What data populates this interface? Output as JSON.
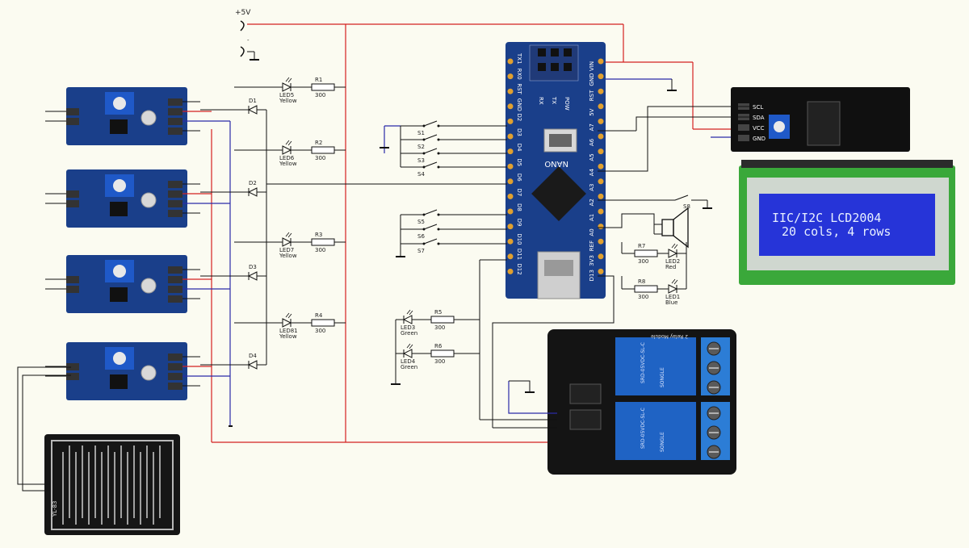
{
  "power": {
    "label": "+5V",
    "neg": "-"
  },
  "leds": [
    {
      "name": "LED5",
      "color": "Yellow",
      "r": "R1",
      "ohm": "300"
    },
    {
      "name": "LED6",
      "color": "Yellow",
      "r": "R2",
      "ohm": "300"
    },
    {
      "name": "LED7",
      "color": "Yellow",
      "r": "R3",
      "ohm": "300"
    },
    {
      "name": "LED81",
      "color": "Yellow",
      "r": "R4",
      "ohm": "300"
    },
    {
      "name": "LED3",
      "color": "Green",
      "r": "R5",
      "ohm": "300"
    },
    {
      "name": "LED4",
      "color": "Green",
      "r": "R6",
      "ohm": "300"
    },
    {
      "name": "LED2",
      "color": "Red",
      "r": "R7",
      "ohm": "300"
    },
    {
      "name": "LED1",
      "color": "Blue",
      "r": "R8",
      "ohm": "300"
    }
  ],
  "diodes": [
    "D1",
    "D2",
    "D3",
    "D4"
  ],
  "switches": [
    "S1",
    "S2",
    "S3",
    "S4",
    "S5",
    "S6",
    "S7",
    "S8"
  ],
  "nano": {
    "label": "NANO",
    "left_pins": [
      "TX1",
      "RX0",
      "RST",
      "GND",
      "D2",
      "D3",
      "D4",
      "D5",
      "D6",
      "D7",
      "D8",
      "D9",
      "D10",
      "D11",
      "D12"
    ],
    "right_pins": [
      "VIN",
      "GND",
      "RST",
      "5V",
      "A7",
      "A6",
      "A5",
      "A4",
      "A3",
      "A2",
      "A1",
      "A0",
      "REF",
      "3V3",
      "D13"
    ],
    "header": [
      "RX",
      "TX",
      "POW"
    ]
  },
  "lcd": {
    "line1": "IIC/I2C LCD2004",
    "line2": "20 cols, 4 rows",
    "pins": [
      "SCL",
      "SDA",
      "VCC",
      "GND"
    ]
  },
  "relay": {
    "title": "2 Relay Module",
    "relay_text": "SRD-05VDC-SL-C",
    "brand": "SONGLE"
  },
  "rain_sensor": {
    "label": "YL-83"
  },
  "colors": {
    "board": "#1a3f8a",
    "lcd_screen": "#2634d8",
    "lcd_frame": "#3aa83a",
    "wire_power": "#d42020",
    "wire_ground": "#2a2aa8"
  }
}
